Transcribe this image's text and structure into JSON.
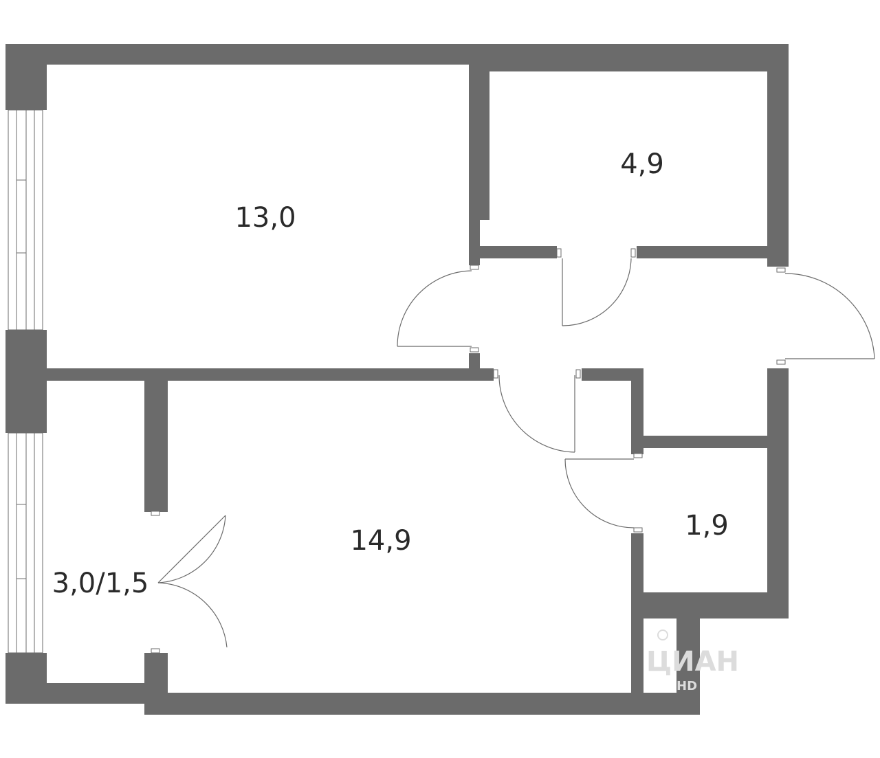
{
  "rooms": [
    {
      "id": "room-main",
      "area": "13,0"
    },
    {
      "id": "room-small",
      "area": "4,9"
    },
    {
      "id": "room-living",
      "area": "14,9"
    },
    {
      "id": "room-bath",
      "area": "1,9"
    },
    {
      "id": "balcony",
      "area": "3,0/1,5"
    }
  ],
  "watermark": {
    "brand": "ЦИАН",
    "sub": "HD"
  },
  "colors": {
    "wall": "#6b6b6b",
    "label": "#2a2a2a",
    "background": "#ffffff"
  }
}
